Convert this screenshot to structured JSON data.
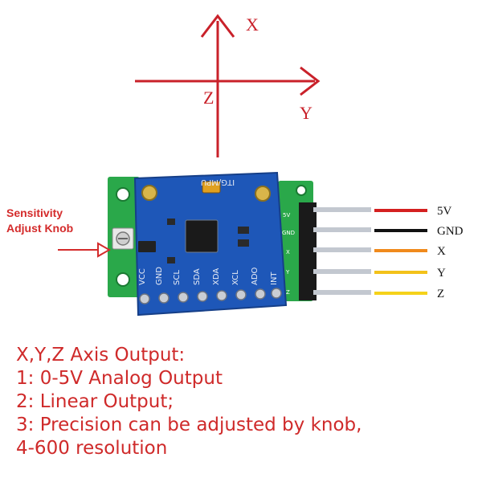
{
  "axes": {
    "x_label": "X",
    "y_label": "Y",
    "z_label": "Z",
    "color": "#c9212a"
  },
  "board": {
    "title": "ITG/MPU",
    "bottom_pins": [
      "VCC",
      "GND",
      "SCL",
      "SDA",
      "XDA",
      "XCL",
      "ADO",
      "INT"
    ],
    "side_pins": [
      "5V",
      "GND",
      "X",
      "Y",
      "Z"
    ],
    "pcb_color": "#1e57b8",
    "header_color": "#2aa84a"
  },
  "wires": [
    {
      "label": "5V",
      "color": "#d42020"
    },
    {
      "label": "GND",
      "color": "#111111"
    },
    {
      "label": "X",
      "color": "#f08a1c"
    },
    {
      "label": "Y",
      "color": "#f3c21a"
    },
    {
      "label": "Z",
      "color": "#f5d21a"
    }
  ],
  "callout": {
    "line1": "Sensitivity",
    "line2": "Adjust Knob",
    "color": "#d42b2b"
  },
  "notes": [
    "X,Y,Z Axis Output:",
    "1: 0-5V Analog Output",
    "2: Linear Output;",
    "3: Precision can be adjusted by knob,",
    "4-600 resolution"
  ]
}
